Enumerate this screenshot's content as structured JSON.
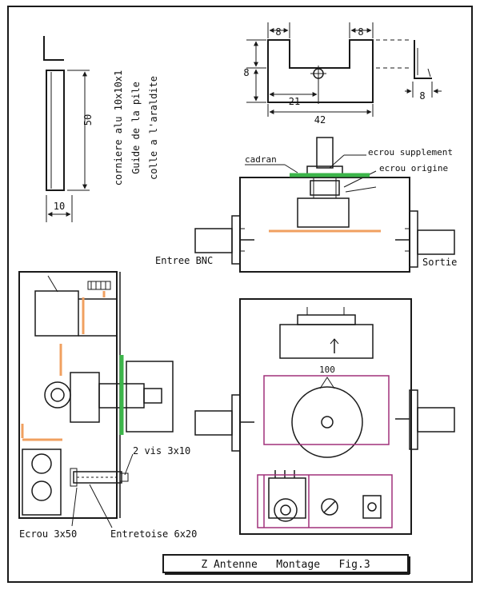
{
  "colors": {
    "ink": "#1a1a1a",
    "orange": "#f0a060",
    "green": "#3cb54a",
    "magenta": "#a0307a",
    "paper": "#ffffff"
  },
  "corner_piece": {
    "dim_height": "50",
    "dim_width": "10",
    "note_line1": "corniere alu 10x10x1",
    "note_line2": "Guide de la pile",
    "note_line3": "colle a l'araldite"
  },
  "bracket": {
    "dim_left": "8",
    "dim_right": "8",
    "dim_height": "8",
    "dim_hole": "21",
    "dim_total": "42",
    "dim_side": "8"
  },
  "side_view": {
    "label_cadran": "cadran",
    "label_ecrou_supplement": "ecrou supplement",
    "label_ecrou_origine": "ecrou origine",
    "label_entree": "Entree BNC",
    "label_sortie": "Sortie"
  },
  "left_view": {
    "label_vis": "2 vis 3x10",
    "label_ecrou": "Ecrou 3x50",
    "label_entretoise": "Entretoise 6x20"
  },
  "front_view": {
    "dial_value": "100"
  },
  "caption": "Z Antenne   Montage   Fig.3"
}
